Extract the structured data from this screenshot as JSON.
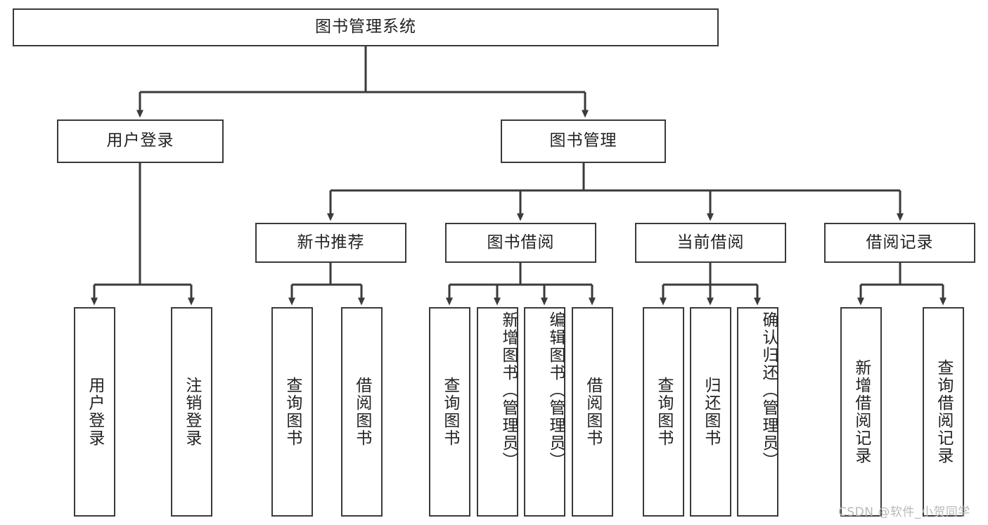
{
  "diagram": {
    "title": "图书管理系统",
    "type": "tree",
    "background": "#ffffff",
    "line_color": "#3a3a3a",
    "text_color": "#222222"
  },
  "nodes": {
    "root": {
      "label": "图书管理系统",
      "level": 0
    },
    "level1": [
      {
        "id": "user_login",
        "label": "用户登录"
      },
      {
        "id": "book_manage",
        "label": "图书管理"
      }
    ],
    "level2": [
      {
        "id": "new_book_rec",
        "label": "新书推荐",
        "parent": "book_manage"
      },
      {
        "id": "book_borrow",
        "label": "图书借阅",
        "parent": "book_manage"
      },
      {
        "id": "current_borrow",
        "label": "当前借阅",
        "parent": "book_manage"
      },
      {
        "id": "borrow_record",
        "label": "借阅记录",
        "parent": "book_manage"
      }
    ],
    "leaves": {
      "user_login": [
        {
          "id": "leaf_user_login",
          "label": "用户登录"
        },
        {
          "id": "leaf_user_logout",
          "label": "注销登录"
        }
      ],
      "new_book_rec": [
        {
          "id": "leaf_query_book_1",
          "label": "查询图书"
        },
        {
          "id": "leaf_borrow_book_1",
          "label": "借阅图书"
        }
      ],
      "book_borrow": [
        {
          "id": "leaf_query_book_2",
          "label": "查询图书"
        },
        {
          "id": "leaf_add_book",
          "label": "新增图书（管理员）"
        },
        {
          "id": "leaf_edit_book",
          "label": "编辑图书（管理员）"
        },
        {
          "id": "leaf_borrow_book_2",
          "label": "借阅图书"
        }
      ],
      "current_borrow": [
        {
          "id": "leaf_query_book_3",
          "label": "查询图书"
        },
        {
          "id": "leaf_return_book",
          "label": "归还图书"
        },
        {
          "id": "leaf_confirm_return",
          "label": "确认归还（管理员）"
        }
      ],
      "borrow_record": [
        {
          "id": "leaf_add_record",
          "label": "新增借阅记录"
        },
        {
          "id": "leaf_query_record",
          "label": "查询借阅记录"
        }
      ]
    }
  },
  "watermark": {
    "text": "CSDN @软件_小贺同学"
  }
}
